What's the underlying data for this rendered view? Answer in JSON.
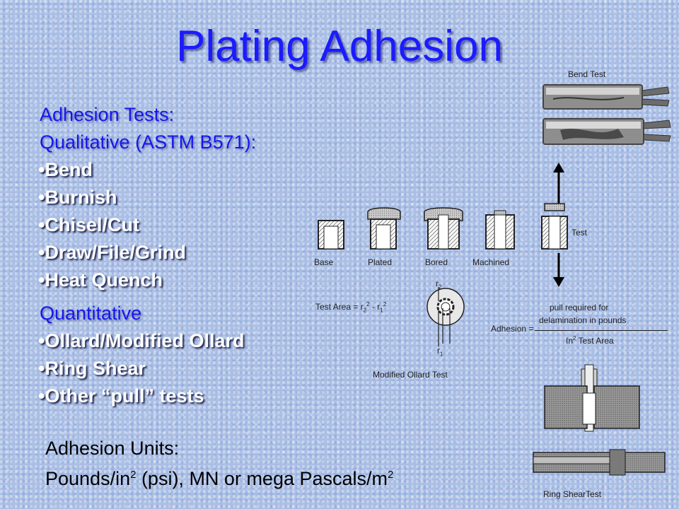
{
  "title": "Plating Adhesion",
  "left": {
    "tests_heading": "Adhesion Tests:",
    "qualitative_heading": "Qualitative (ASTM B571):",
    "qualitative_items": [
      "Bend",
      "Burnish",
      "Chisel/Cut",
      "Draw/File/Grind",
      "Heat Quench"
    ],
    "quantitative_heading": "Quantitative",
    "quantitative_items": [
      "Ollard/Modified Ollard",
      "Ring Shear",
      "Other “pull” tests"
    ],
    "units_heading": "Adhesion Units:",
    "units_line": {
      "part1": "Pounds/in",
      "exp1": "2",
      "part2": " (psi), MN or mega Pascals/m",
      "exp2": "2"
    }
  },
  "diagram": {
    "bend_test_label": "Bend Test",
    "stages": [
      "Base",
      "Plated",
      "Bored",
      "Machined"
    ],
    "test_label": "Test",
    "test_area": {
      "prefix": "Test Area = r",
      "sub_a": "2",
      "sup_a": "2",
      "mid": " - r",
      "sub_b": "1",
      "sup_b": "2"
    },
    "r2_label": "r",
    "r2_sub": "2",
    "r1_label": "r",
    "r1_sub": "1",
    "ollard_caption": "Modified Ollard Test",
    "adhesion_label": "Adhesion =",
    "numerator_line1": "pull required for",
    "numerator_line2": "delamination in pounds",
    "denominator_prefix": "In",
    "denominator_sup": "2",
    "denominator_suffix": " Test Area",
    "ring_shear_caption": "Ring ShearTest"
  }
}
